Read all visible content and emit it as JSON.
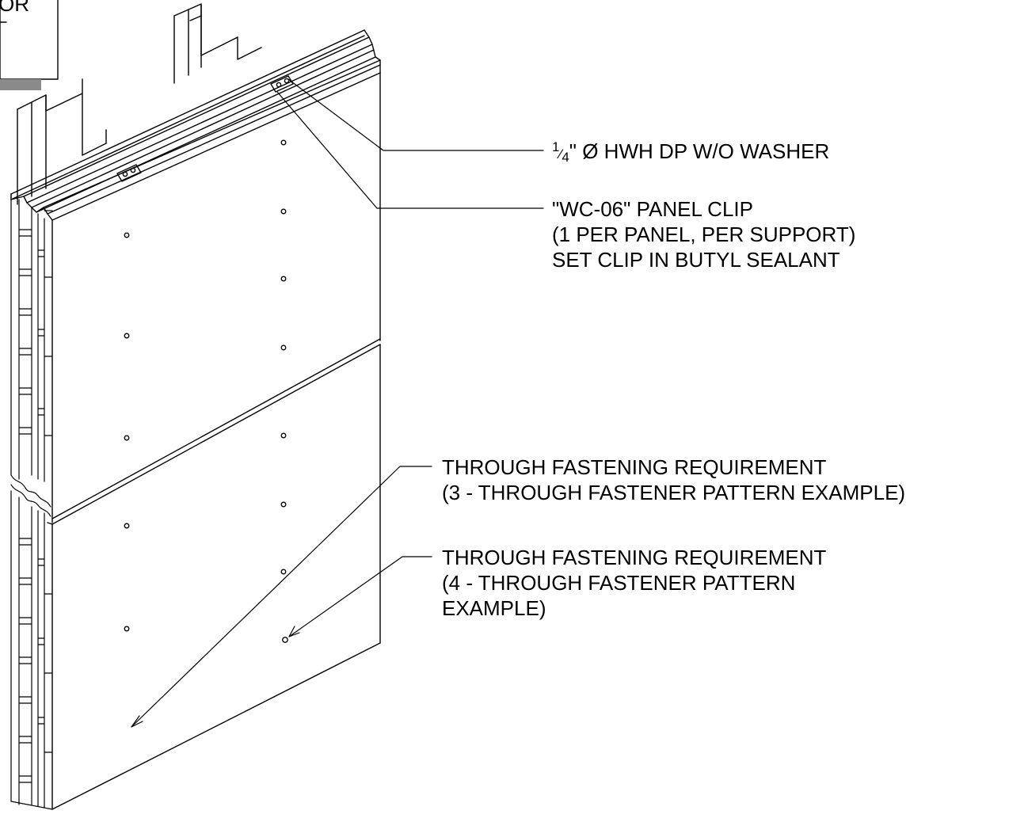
{
  "callouts": {
    "washer": {
      "frac_num": "1",
      "frac_den": "4",
      "text": "\" Ø HWH DP W/O WASHER"
    },
    "clip": {
      "lines": [
        "\"WC-06\" PANEL CLIP",
        "(1 PER PANEL, PER SUPPORT)",
        "SET CLIP IN BUTYL SEALANT"
      ]
    },
    "three_pattern": {
      "lines": [
        "THROUGH FASTENING REQUIREMENT",
        "(3 - THROUGH FASTENER PATTERN EXAMPLE)"
      ]
    },
    "four_pattern": {
      "lines": [
        "THROUGH FASTENING REQUIREMENT",
        "(4 - THROUGH FASTENER PATTERN",
        "EXAMPLE)"
      ]
    }
  },
  "clipped_note": {
    "text": "OR"
  },
  "colors": {
    "line": "#000000",
    "note_shadow": "#8a8a8a",
    "background": "#ffffff"
  }
}
